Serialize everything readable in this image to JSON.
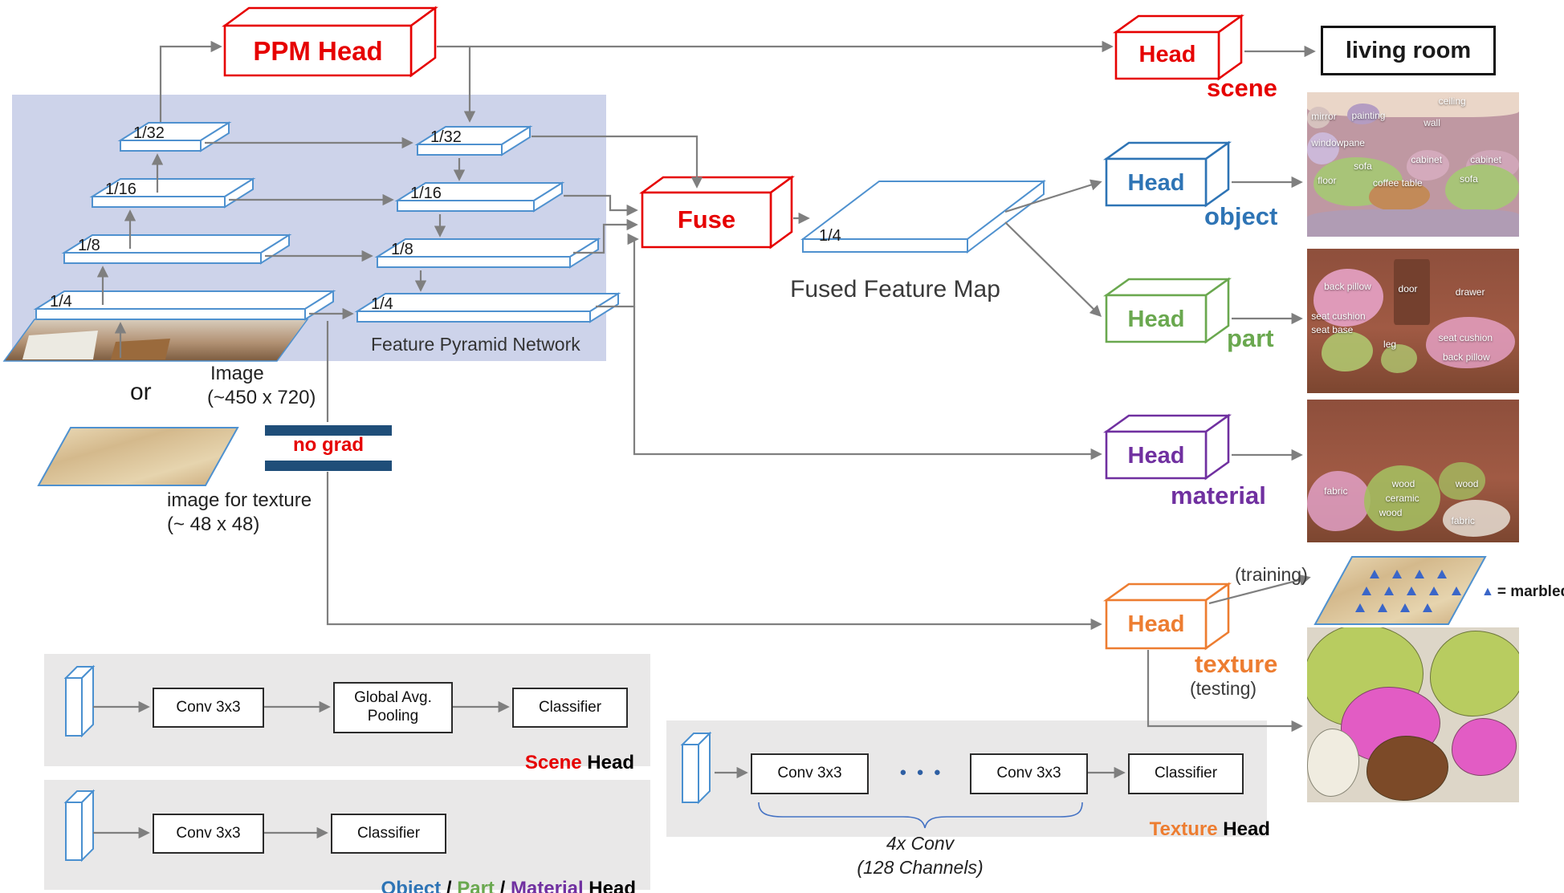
{
  "ppm_head_label": "PPM Head",
  "fuse_label": "Fuse",
  "fpn": {
    "caption": "Feature Pyramid Network",
    "left_levels": [
      "1/32",
      "1/16",
      "1/8",
      "1/4"
    ],
    "right_levels": [
      "1/32",
      "1/16",
      "1/8",
      "1/4"
    ]
  },
  "fused_map": {
    "level": "1/4",
    "caption": "Fused Feature Map"
  },
  "inputs": {
    "or_label": "or",
    "image_caption_line1": "Image",
    "image_caption_line2": "(~450 x 720)",
    "texture_caption_line1": "image for texture",
    "texture_caption_line2": "(~ 48 x 48)",
    "no_grad_label": "no grad"
  },
  "heads": {
    "scene": {
      "box_label": "Head",
      "name": "scene",
      "output_text": "living room"
    },
    "object": {
      "box_label": "Head",
      "name": "object",
      "seg_labels": [
        "ceiling",
        "mirror",
        "painting",
        "wall",
        "windowpane",
        "sofa",
        "cabinet",
        "cabinet",
        "coffee table",
        "sofa",
        "floor"
      ]
    },
    "part": {
      "box_label": "Head",
      "name": "part",
      "seg_labels": [
        "back pillow",
        "door",
        "drawer",
        "seat cushion",
        "seat base",
        "leg",
        "seat cushion",
        "back pillow"
      ]
    },
    "material": {
      "box_label": "Head",
      "name": "material",
      "seg_labels": [
        "fabric",
        "wood",
        "ceramic",
        "wood",
        "wood",
        "fabric"
      ]
    },
    "texture": {
      "box_label": "Head",
      "name": "texture",
      "training_label": "(training)",
      "testing_label": "(testing)",
      "legend_icon": "▲",
      "legend_text": "= marbled"
    }
  },
  "panels": {
    "scene": {
      "conv": "Conv 3x3",
      "gap_line1": "Global Avg.",
      "gap_line2": "Pooling",
      "classifier": "Classifier",
      "title_colored": "Scene",
      "title_rest": " Head"
    },
    "object_part_material": {
      "conv": "Conv 3x3",
      "classifier": "Classifier",
      "title_object": "Object",
      "title_sep1": " / ",
      "title_part": "Part",
      "title_sep2": " / ",
      "title_material": "Material",
      "title_rest": " Head"
    },
    "texture": {
      "conv1": "Conv 3x3",
      "dots": "● ● ●",
      "conv2": "Conv 3x3",
      "classifier": "Classifier",
      "title_colored": "Texture",
      "title_rest": " Head",
      "note_line1": "4x Conv",
      "note_line2": "(128 Channels)"
    }
  },
  "colors": {
    "scene": "#e60000",
    "object": "#2e74b5",
    "part": "#6aa84f",
    "material": "#7030a0",
    "texture": "#ed7d31"
  }
}
